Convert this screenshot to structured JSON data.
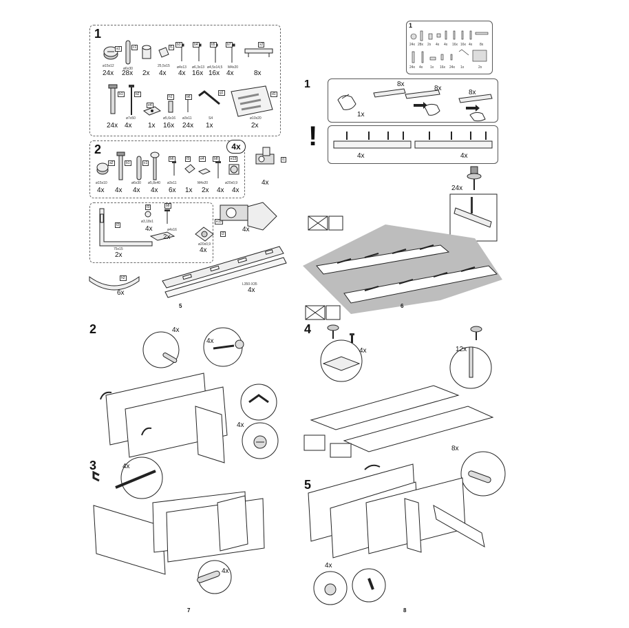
{
  "pages": {
    "p5": {
      "number": "5",
      "step1": {
        "step": "1",
        "parts_top": [
          {
            "code": "a1",
            "qty": "24x",
            "spec": "ø15x12"
          },
          {
            "code": "c1",
            "qty": "28x",
            "spec": "ø6x30"
          },
          {
            "code": "",
            "qty": "2x",
            "spec": ""
          },
          {
            "code": "f1",
            "qty": "4x",
            "spec": "25,5x15"
          },
          {
            "code": "b3",
            "qty": "4x",
            "spec": "ø4x13"
          },
          {
            "code": "b4",
            "qty": "16x",
            "spec": "ø6,3x13"
          },
          {
            "code": "b5",
            "qty": "16x",
            "spec": "ø4,5x14,5"
          },
          {
            "code": "b7",
            "qty": "4x",
            "spec": "M4x20"
          },
          {
            "code": "x2",
            "qty": "8x",
            "spec": ""
          }
        ],
        "parts_bottom": [
          {
            "code": "b1",
            "qty": "24x",
            "spec": ""
          },
          {
            "code": "b2",
            "qty": "4x",
            "spec": "ø7x50"
          },
          {
            "code": "e4",
            "qty": "1x",
            "spec": ""
          },
          {
            "code": "h1",
            "qty": "16x",
            "spec": "ø5,6x16"
          },
          {
            "code": "b6",
            "qty": "24x",
            "spec": "ø3x11"
          },
          {
            "code": "g1",
            "qty": "1x",
            "spec": "S4"
          },
          {
            "code": "d1",
            "qty": "2x",
            "spec": "ø10x20"
          }
        ]
      },
      "step2": {
        "step": "2",
        "badge": "4x",
        "parts": [
          {
            "code": "a2",
            "qty": "4x",
            "spec": "ø15x10"
          },
          {
            "code": "b1",
            "qty": "4x",
            "spec": ""
          },
          {
            "code": "c1",
            "qty": "4x",
            "spec": "ø6x30"
          },
          {
            "code": "",
            "qty": "4x",
            "spec": "ø5,8x40"
          },
          {
            "code": "b6",
            "qty": "6x",
            "spec": "ø3x11"
          },
          {
            "code": "f3",
            "qty": "1x",
            "spec": ""
          },
          {
            "code": "e4",
            "qty": "2x",
            "spec": "M4x20"
          },
          {
            "code": "b8",
            "qty": "4x",
            "spec": ""
          },
          {
            "code": "e13",
            "qty": "4x",
            "spec": "ø20x0,9"
          }
        ],
        "hinge_qty": "4x",
        "hinge_code": "i1"
      },
      "step3": {
        "bracket_code": "f2",
        "bracket_spec": "75x15",
        "bracket_qty": "2x",
        "small_code": "f3",
        "small_spec": "ø3,18x1",
        "small_qty": "4x",
        "screw_code": "b8",
        "screw_spec": "ø4x16",
        "screw_qty": "2x",
        "washer_code": "e13",
        "washer_spec": "ø20x0,9",
        "washer_qty": "4x",
        "hinge_qty": "4x",
        "hinge_code": "i2",
        "rail_spec": "L350-X35",
        "rail_qty": "4x",
        "arc_code": "h2",
        "arc_qty": "6x"
      }
    },
    "p6": {
      "number": "6",
      "step": "1",
      "mini_step": "1",
      "mini_qty": [
        "24x",
        "28x",
        "2x",
        "4x",
        "4x",
        "16x",
        "16x",
        "4x",
        "8x",
        "24x",
        "4x",
        "1x",
        "16x",
        "24x",
        "1x",
        "2x"
      ],
      "rail_qty_a": "8x",
      "rail_qty_b": "8x",
      "rail_qty_c": "8x",
      "hand_qty": "1x",
      "warn": "!",
      "row_left": "4x",
      "row_right": "4x",
      "screw_qty": "24x"
    },
    "p7": {
      "number": "7",
      "step2": "2",
      "dowel_qty": "4x",
      "bolt_qty": "4x",
      "cam_qty": "4x",
      "step3": "3",
      "screw_qty": "4x",
      "dowel_qty_b": "4x"
    },
    "p8": {
      "number": "8",
      "step4": "4",
      "hinge_screw_qty": "4x",
      "cam_bolt_qty": "12x",
      "step5": "5",
      "dowel_qty": "8x",
      "cam_qty": "4x"
    }
  }
}
